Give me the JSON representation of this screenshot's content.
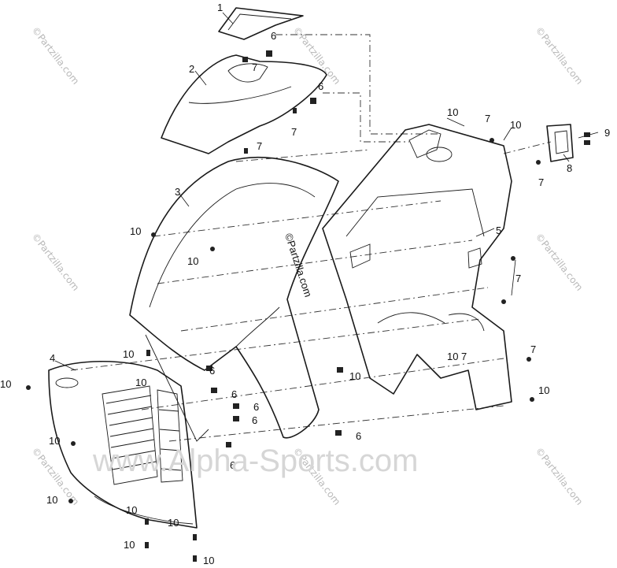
{
  "watermark_main": "www.Alpha-Sports.com",
  "watermark_center": "©Partzilla.com",
  "watermark_corner": "©Partzilla.com",
  "parts": {
    "p1": "1",
    "p2": "2",
    "p3": "3",
    "p4": "4",
    "p5": "5",
    "p6": "6",
    "p7": "7",
    "p8": "8",
    "p9": "9",
    "p10": "10"
  }
}
